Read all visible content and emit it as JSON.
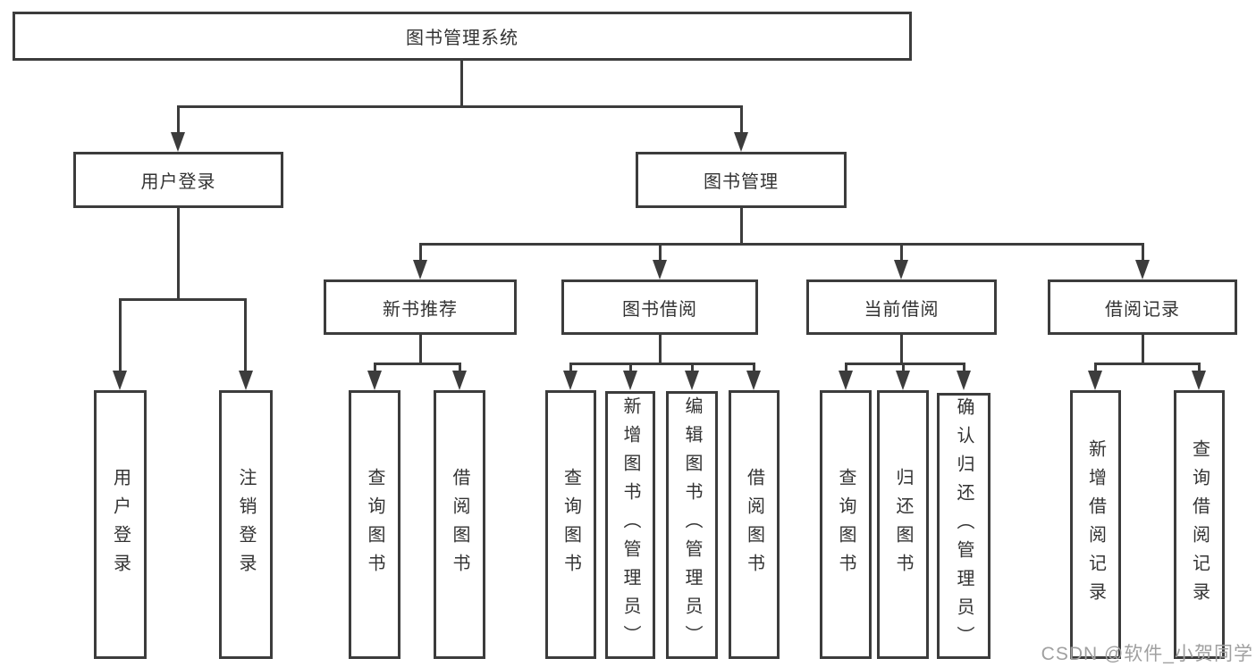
{
  "tree": {
    "root": {
      "label": "图书管理系统"
    },
    "branches": [
      {
        "label": "用户登录",
        "children": [
          {
            "label": "用户登录"
          },
          {
            "label": "注销登录"
          }
        ]
      },
      {
        "label": "图书管理",
        "children": [
          {
            "label": "新书推荐",
            "children": [
              {
                "label": "查询图书"
              },
              {
                "label": "借阅图书"
              }
            ]
          },
          {
            "label": "图书借阅",
            "children": [
              {
                "label": "查询图书"
              },
              {
                "label": "新增图书（管理员）"
              },
              {
                "label": "编辑图书（管理员）"
              },
              {
                "label": "借阅图书"
              }
            ]
          },
          {
            "label": "当前借阅",
            "children": [
              {
                "label": "查询图书"
              },
              {
                "label": "归还图书"
              },
              {
                "label": "确认归还（管理员）"
              }
            ]
          },
          {
            "label": "借阅记录",
            "children": [
              {
                "label": "新增借阅记录"
              },
              {
                "label": "查询借阅记录"
              }
            ]
          }
        ]
      }
    ]
  },
  "watermark": {
    "text": "CSDN @软件_小贺同学"
  },
  "colors": {
    "line": "#3c3c3c",
    "text": "#333333",
    "watermark": "#a0a0a0",
    "background": "#ffffff"
  }
}
